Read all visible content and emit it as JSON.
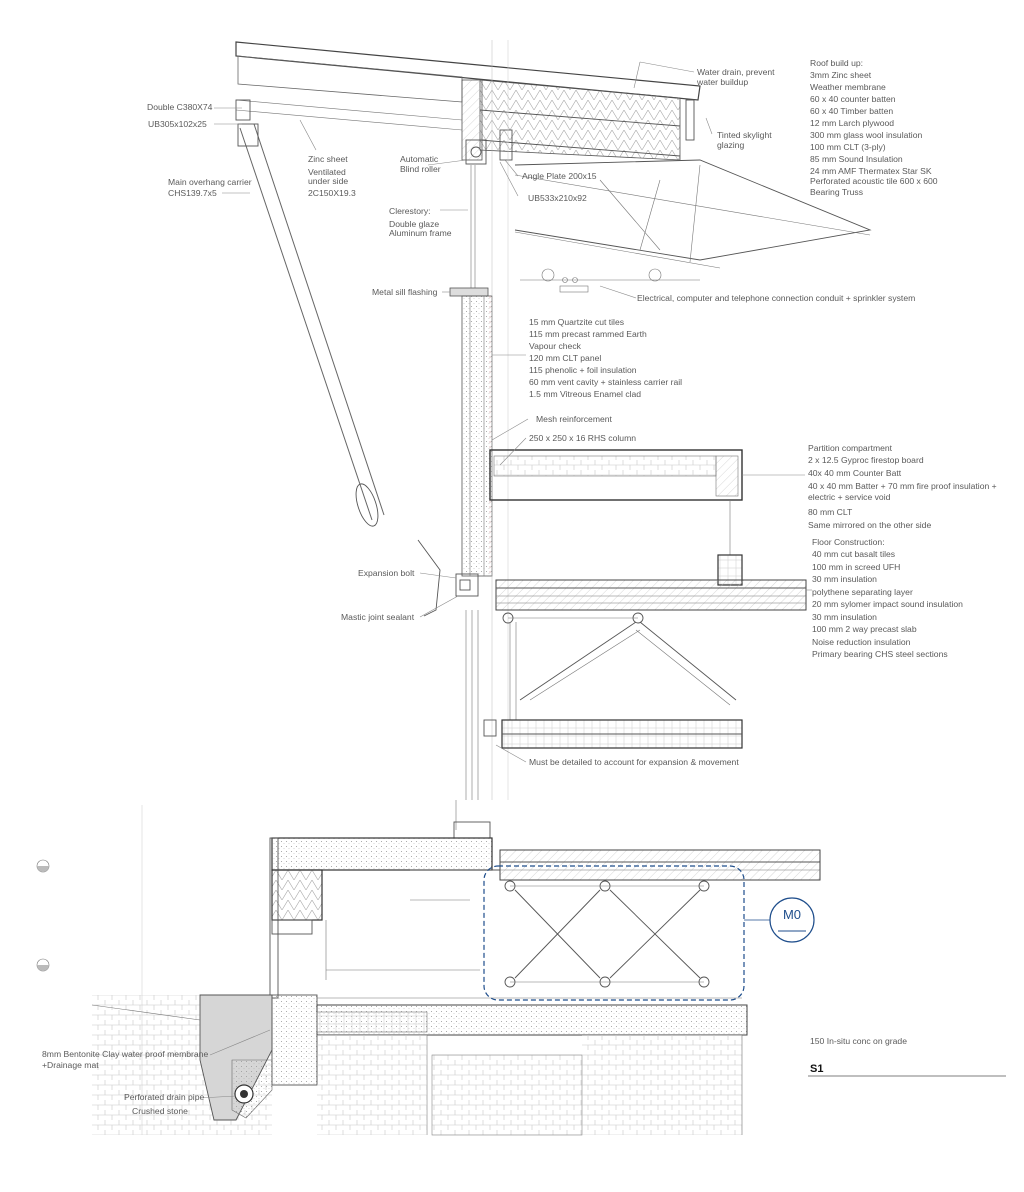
{
  "labels_left": [
    {
      "id": "double-c",
      "text": "Double C380X74"
    },
    {
      "id": "ub305",
      "text": "UB305x102x25"
    },
    {
      "id": "zinc-sheet",
      "text": "Zinc sheet"
    },
    {
      "id": "ventilated",
      "text": "Ventilated"
    },
    {
      "id": "under-side",
      "text": "under side"
    },
    {
      "id": "2c150",
      "text": "2C150X19.3"
    },
    {
      "id": "main-overhang",
      "text": "Main overhang carrier"
    },
    {
      "id": "chs139",
      "text": "CHS139.7x5"
    },
    {
      "id": "automatic",
      "text": "Automatic"
    },
    {
      "id": "blind-roller",
      "text": "Blind roller"
    },
    {
      "id": "angle-plate",
      "text": "Angle Plate 200x15"
    },
    {
      "id": "ub533",
      "text": "UB533x210x92"
    },
    {
      "id": "clerestory",
      "text": "Clerestory:"
    },
    {
      "id": "double-glaze",
      "text": "Double glaze"
    },
    {
      "id": "aluminum-frame",
      "text": "Aluminum frame"
    },
    {
      "id": "metal-sill",
      "text": "Metal sill flashing"
    },
    {
      "id": "expansion-bolt",
      "text": "Expansion bolt"
    },
    {
      "id": "mastic",
      "text": "Mastic joint sealant"
    },
    {
      "id": "bentonite-1",
      "text": "8mm Bentonite Clay water proof membrane"
    },
    {
      "id": "bentonite-2",
      "text": "+Drainage mat"
    },
    {
      "id": "drain-pipe",
      "text": "Perforated drain pipe"
    },
    {
      "id": "crushed-stone",
      "text": "Crushed stone"
    }
  ],
  "water_drain": [
    "Water drain, prevent",
    "water buildup"
  ],
  "skylight": [
    "Tinted skylight",
    "glazing"
  ],
  "roof_buildup": [
    "Roof build up:",
    "3mm Zinc sheet",
    "Weather membrane",
    "60 x 40 counter batten",
    "60 x 40  Timber batten",
    "12 mm Larch plywood",
    "300 mm glass wool insulation",
    "100 mm CLT (3-ply)",
    "85 mm Sound Insulation",
    "24 mm AMF Thermatex Star SK",
    "Perforated acoustic tile 600 x 600",
    "Bearing Truss"
  ],
  "electrical": "Electrical, computer and telephone connection conduit + sprinkler system",
  "wall_buildup": [
    "15 mm Quartzite cut tiles",
    "115 mm precast rammed Earth",
    "Vapour check",
    "120 mm CLT panel",
    "115 phenolic + foil insulation",
    "60 mm vent cavity + stainless carrier rail",
    "1.5 mm Vitreous Enamel clad"
  ],
  "mesh": "Mesh reinforcement",
  "rhs_column": "250 x 250 x 16 RHS column",
  "partition": [
    "Partition compartment",
    "2 x 12.5  Gyproc firestop board",
    "40x 40 mm Counter Batt",
    "40 x 40 mm Batter + 70 mm fire proof insulation +",
    "electric + service void",
    "80 mm CLT",
    "Same mirrored on the other side"
  ],
  "floor": [
    "Floor Construction:",
    "40 mm cut basalt tiles",
    "100 mm in screed  UFH",
    "30 mm insulation",
    "polythene separating layer",
    "20 mm sylomer impact sound insulation",
    "30 mm insulation",
    "100 mm 2 way precast slab",
    "Noise reduction insulation",
    "Primary bearing CHS steel sections"
  ],
  "expansion_note": "Must be detailed to account for expansion & movement",
  "ground_note": "150 In-situ conc on grade",
  "detail_tag": "M0",
  "sheet_label": "S1",
  "colors": {
    "line": "#555555",
    "accent": "#1f4e8c",
    "hatch": "#bbbbbb"
  }
}
